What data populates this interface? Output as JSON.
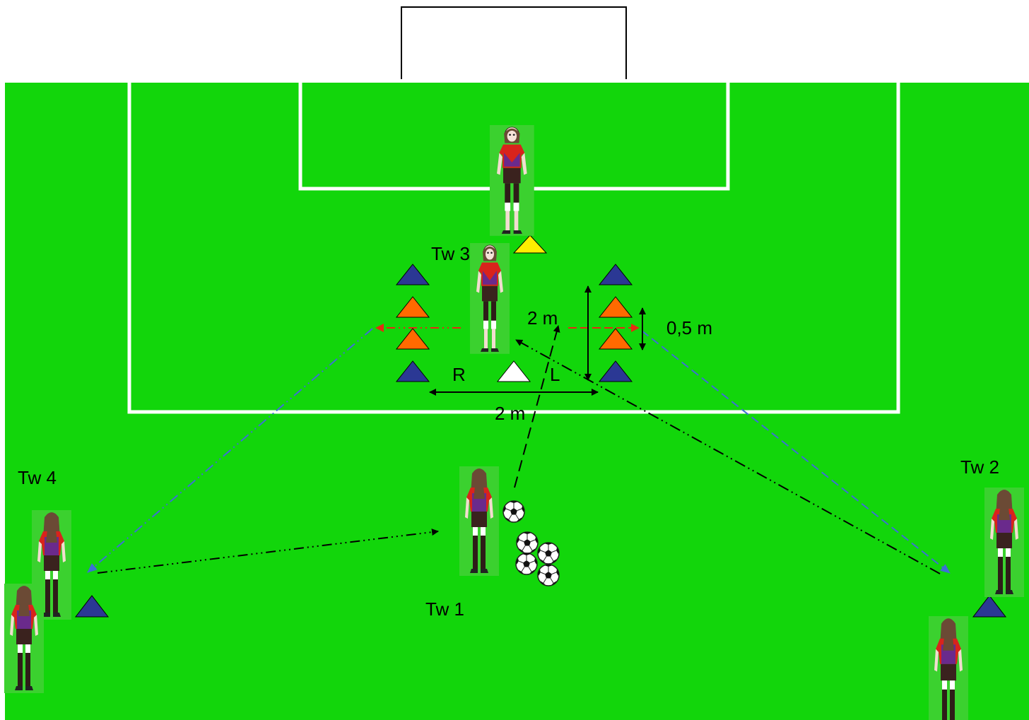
{
  "labels": {
    "tw1": "Tw 1",
    "tw2": "Tw 2",
    "tw3": "Tw 3",
    "tw4": "Tw 4",
    "dist_vertical": "2 m",
    "dist_horizontal": "2 m",
    "dist_small": "0,5 m",
    "right": "R",
    "left": "L"
  },
  "colors": {
    "pitch": "#12d60b",
    "lines": "#ffffff",
    "cone_blue": "#2b3894",
    "cone_orange": "#ff6a00",
    "cone_yellow": "#ffee00",
    "cone_white": "#ffffff",
    "arrow_red": "#e52b12",
    "arrow_blue": "#3d6fd6",
    "arrow_black": "#000000",
    "shirt_red": "#d9231c",
    "shirt_purple": "#6a2a8c"
  },
  "icons": {
    "player": "goalkeeper-figure",
    "ball": "soccer-ball",
    "cone": "triangle-cone"
  }
}
